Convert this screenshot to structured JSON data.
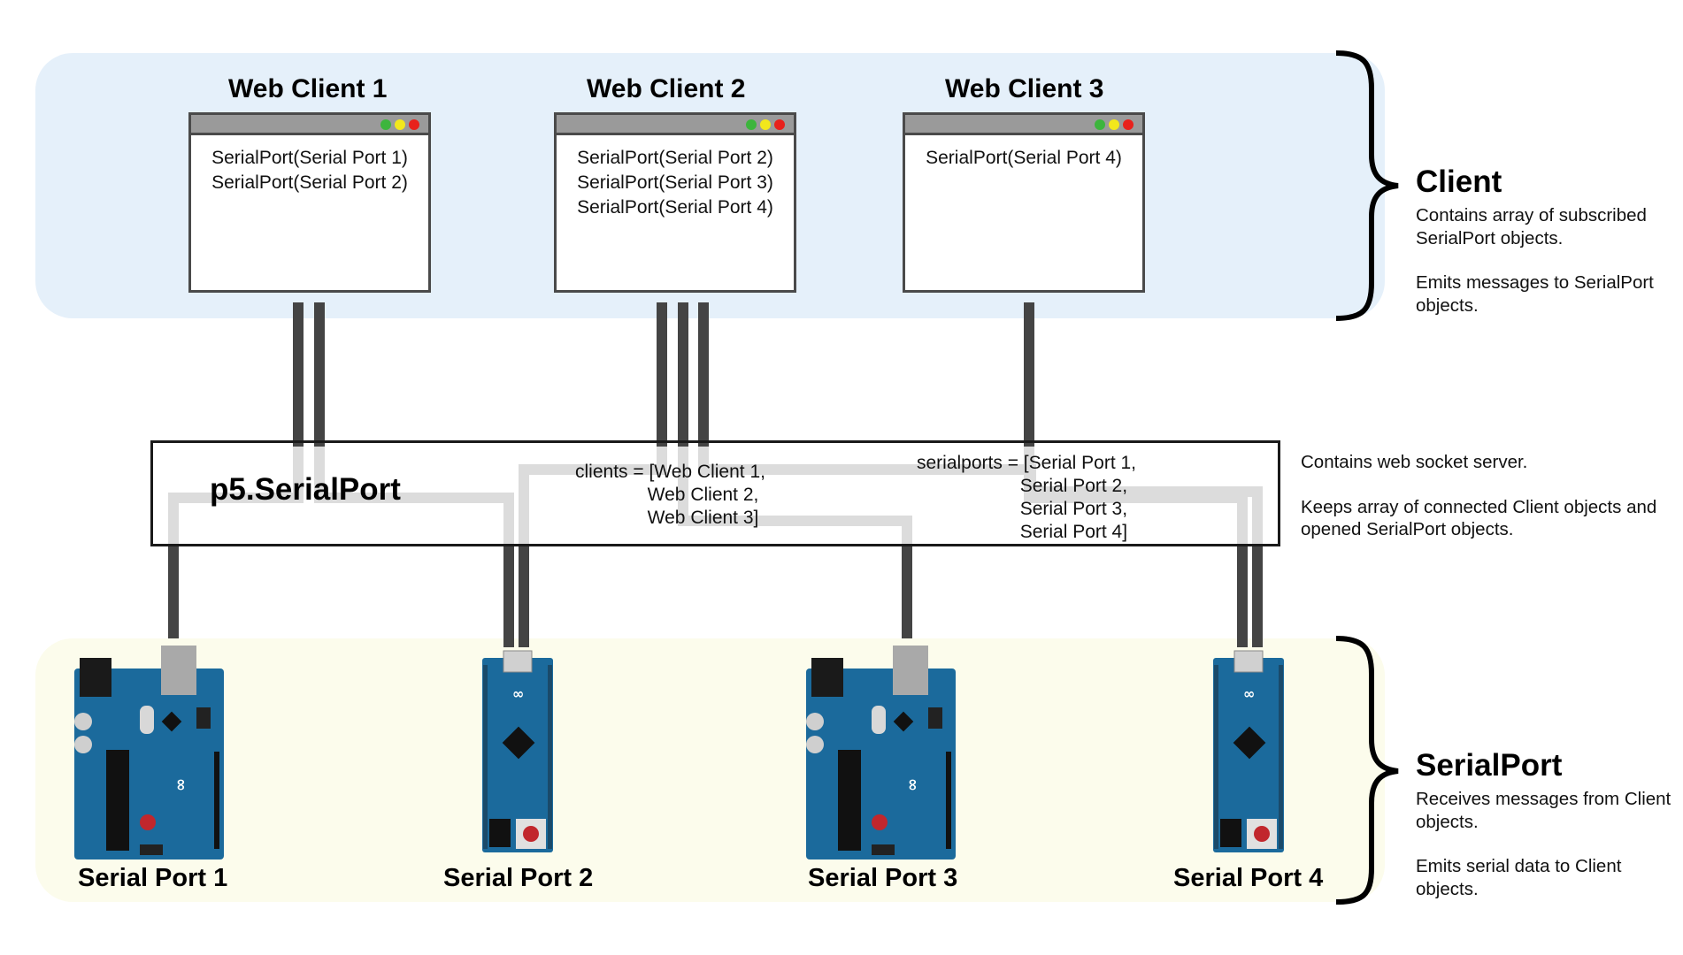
{
  "clients": [
    {
      "title": "Web Client 1",
      "lines": [
        "SerialPort(Serial Port 1)",
        "SerialPort(Serial Port 2)"
      ]
    },
    {
      "title": "Web Client 2",
      "lines": [
        "SerialPort(Serial Port 2)",
        "SerialPort(Serial Port 3)",
        "SerialPort(Serial Port 4)"
      ]
    },
    {
      "title": "Web Client 3",
      "lines": [
        "SerialPort(Serial Port 4)"
      ]
    }
  ],
  "server": {
    "title": "p5.SerialPort",
    "clients_text": "clients = [Web Client 1,\n              Web Client 2,\n              Web Client 3]",
    "serialports_text": "serialports = [Serial Port 1,\n                    Serial Port 2,\n                    Serial Port 3,\n                    Serial Port 4]",
    "description": [
      "Contains web socket server.",
      "Keeps array of connected Client objects and opened SerialPort objects."
    ]
  },
  "client_legend": {
    "heading": "Client",
    "lines": [
      "Contains array of subscribed SerialPort objects.",
      "Emits messages to SerialPort objects."
    ]
  },
  "serial_legend": {
    "heading": "SerialPort",
    "lines": [
      "Receives messages from Client objects.",
      "Emits serial data to Client objects."
    ]
  },
  "ports": [
    {
      "label": "Serial Port 1",
      "board": "uno"
    },
    {
      "label": "Serial Port 2",
      "board": "micro"
    },
    {
      "label": "Serial Port 3",
      "board": "uno"
    },
    {
      "label": "Serial Port 4",
      "board": "micro"
    }
  ],
  "colors": {
    "client_zone": "#e5f0fa",
    "serial_zone": "#fcfcec",
    "wire_dark": "#444444",
    "wire_light": "#dcdcdc",
    "board_blue": "#1b6a9c",
    "dot_green": "#3db53d",
    "dot_yellow": "#f2e71c",
    "dot_red": "#e8211c"
  }
}
